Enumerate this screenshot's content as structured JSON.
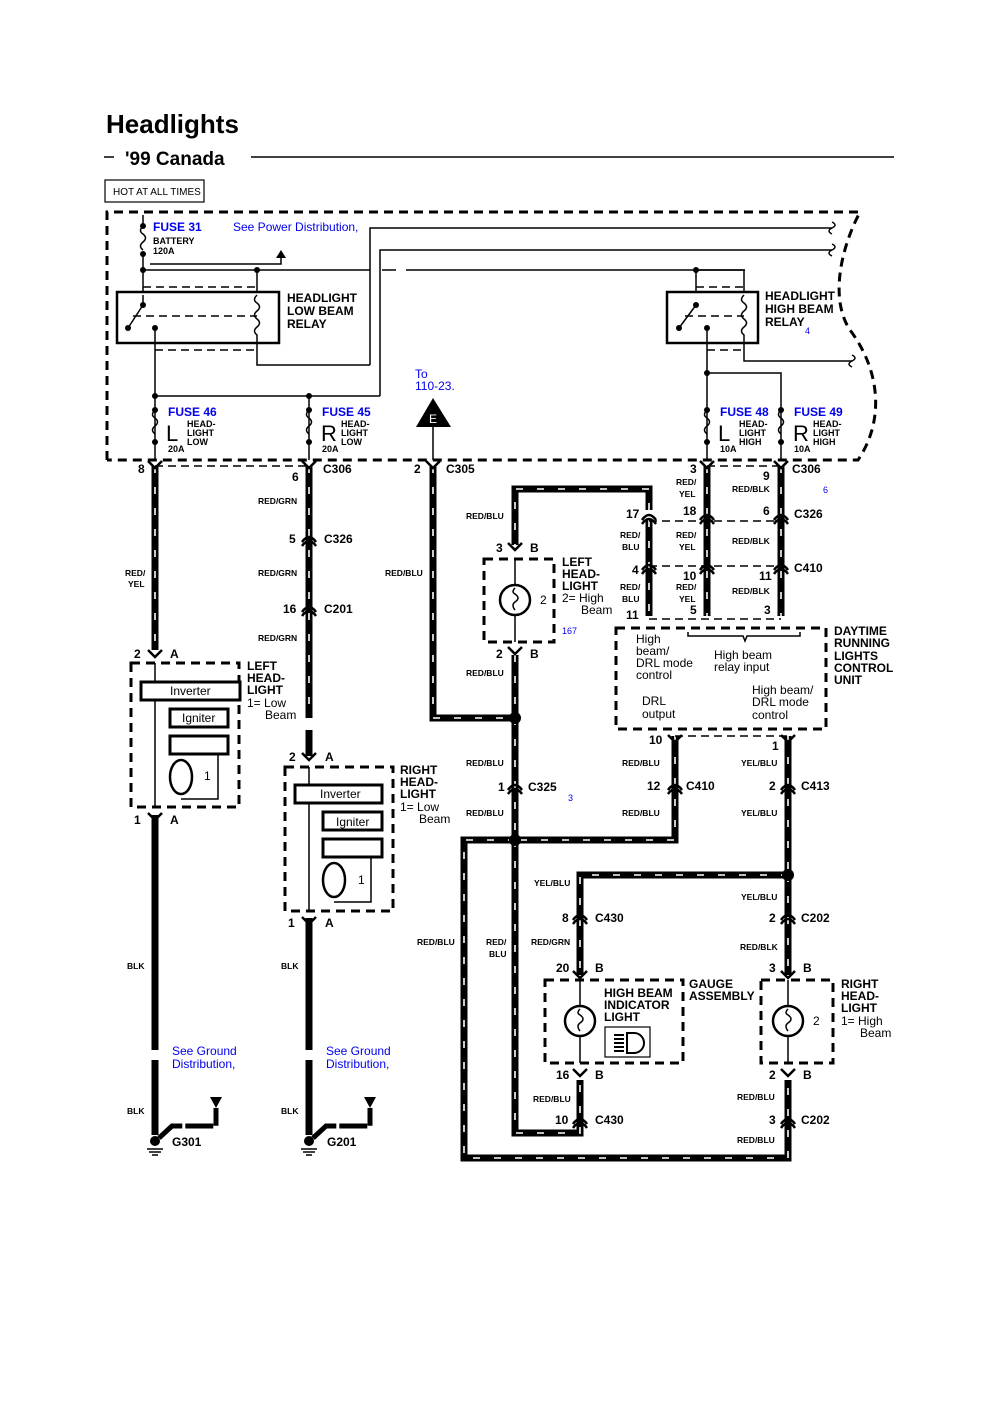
{
  "header": {
    "title": "Headlights",
    "subtitle": "'99 Canada",
    "hot_label": "HOT AT ALL TIMES"
  },
  "fuses": {
    "f31": {
      "name": "FUSE 31",
      "desc1": "BATTERY",
      "desc2": "120A"
    },
    "f46": {
      "name": "FUSE 46",
      "side": "L",
      "rating": "20A",
      "desc1": "HEAD-",
      "desc2": "LIGHT",
      "desc3": "LOW"
    },
    "f45": {
      "name": "FUSE 45",
      "side": "R",
      "rating": "20A",
      "desc1": "HEAD-",
      "desc2": "LIGHT",
      "desc3": "LOW"
    },
    "f48": {
      "name": "FUSE 48",
      "side": "L",
      "rating": "10A",
      "desc1": "HEAD-",
      "desc2": "LIGHT",
      "desc3": "HIGH"
    },
    "f49": {
      "name": "FUSE 49",
      "side": "R",
      "rating": "10A",
      "desc1": "HEAD-",
      "desc2": "LIGHT",
      "desc3": "HIGH"
    }
  },
  "links": {
    "power_dist": "See Power Distribution,",
    "to_page_1": "To",
    "to_page_2": "110-23.",
    "ground_left_1": "See Ground",
    "ground_left_2": "Distribution,",
    "ground_right_1": "See Ground",
    "ground_right_2": "Distribution,",
    "ref_4": "4",
    "ref_6": "6",
    "ref_167": "167",
    "ref_3": "3"
  },
  "relays": {
    "low": {
      "l1": "HEADLIGHT",
      "l2": "LOW BEAM",
      "l3": "RELAY"
    },
    "high": {
      "l1": "HEADLIGHT",
      "l2": "HIGH BEAM",
      "l3": "RELAY"
    }
  },
  "offpage": {
    "symbol": "E"
  },
  "connectors": {
    "c306": "C306",
    "c305": "C305",
    "c326": "C326",
    "c201": "C201",
    "c410": "C410",
    "c325": "C325",
    "c413": "C413",
    "c430": "C430",
    "c202": "C202",
    "g301": "G301",
    "g201": "G201"
  },
  "pins": {
    "p8": "8",
    "p6": "6",
    "p2a": "2",
    "p3": "3",
    "p9": "9",
    "p5": "5",
    "p16": "16",
    "p17": "17",
    "p18": "18",
    "p6b": "6",
    "p4": "4",
    "p10": "10",
    "p11": "11",
    "p11b": "11",
    "p5b": "5",
    "p3b": "3",
    "lh_in": "2",
    "lh_in_l": "A",
    "lh_out": "1",
    "lh_out_l": "A",
    "rh_in": "2",
    "rh_in_l": "A",
    "rh_out": "1",
    "rh_out_l": "A",
    "lhh_in": "3",
    "lhh_in_l": "B",
    "lhh_out": "2",
    "lhh_out_l": "B",
    "drl_10": "10",
    "drl_1": "1",
    "c325_1": "1",
    "c410_12": "12",
    "c413_2": "2",
    "c430_8": "8",
    "c202_2": "2",
    "g_20": "20",
    "g_20_l": "B",
    "g_16": "16",
    "g_16_l": "B",
    "rhh_3": "3",
    "rhh_3_l": "B",
    "rhh_2": "2",
    "rhh_2_l": "B",
    "c430_10": "10",
    "c202_3": "3"
  },
  "wires": {
    "red_yel_1": "RED/",
    "red_yel_2": "YEL",
    "red_grn_a": "RED/GRN",
    "red_grn_b": "RED/GRN",
    "red_grn_c": "RED/GRN",
    "red_blu_e": "RED/BLU",
    "red_blu_lhh_top": "RED/BLU",
    "red_blu_lhh_bot": "RED/BLU",
    "ry_top_1": "RED/",
    "ry_top_2": "YEL",
    "rb_top": "RED/BLK",
    "rbu_mid_1": "RED/",
    "rbu_mid_2": "BLU",
    "ry_mid_1": "RED/",
    "ry_mid_2": "YEL",
    "rb_mid": "RED/BLK",
    "rbu_low_1": "RED/",
    "rbu_low_2": "BLU",
    "ry_low_1": "RED/",
    "ry_low_2": "YEL",
    "rb_low": "RED/BLK",
    "blk_l1": "BLK",
    "blk_l2": "BLK",
    "blk_r1": "BLK",
    "blk_r2": "BLK",
    "rbu_c325_top": "RED/BLU",
    "rbu_c325_bot": "RED/BLU",
    "rbu_c410_top": "RED/BLU",
    "rbu_c410_bot": "RED/BLU",
    "yb_c413_top": "YEL/BLU",
    "yb_c413_bot": "YEL/BLU",
    "yb_c430": "YEL/BLU",
    "yb_c202": "YEL/BLU",
    "rg_c430": "RED/GRN",
    "rbk_c202": "RED/BLK",
    "rbu_far_left": "RED/BLU",
    "rbu_inner_1": "RED/",
    "rbu_inner_2": "BLU",
    "rbu_c430_bot": "RED/BLU",
    "rbu_c202_top": "RED/BLU",
    "rbu_c202_bot": "RED/BLU"
  },
  "components": {
    "left_low": {
      "l1": "LEFT",
      "l2": "HEAD-",
      "l3": "LIGHT",
      "l4": "1= Low",
      "l5": "Beam",
      "inverter": "Inverter",
      "igniter": "Igniter",
      "num": "1"
    },
    "right_low": {
      "l1": "RIGHT",
      "l2": "HEAD-",
      "l3": "LIGHT",
      "l4": "1= Low",
      "l5": "Beam",
      "inverter": "Inverter",
      "igniter": "Igniter",
      "num": "1"
    },
    "left_high": {
      "l1": "LEFT",
      "l2": "HEAD-",
      "l3": "LIGHT",
      "l4": "2= High",
      "l5": "Beam",
      "num": "2"
    },
    "right_high": {
      "l1": "RIGHT",
      "l2": "HEAD-",
      "l3": "LIGHT",
      "l4": "1= High",
      "l5": "Beam",
      "num": "2"
    },
    "drl": {
      "l1": "DAYTIME",
      "l2": "RUNNING",
      "l3": "LIGHTS",
      "l4": "CONTROL",
      "l5": "UNIT",
      "a1": "High",
      "a2": "beam/",
      "a3": "DRL mode",
      "a4": "control",
      "b1": "High beam",
      "b2": "relay input",
      "c1": "DRL",
      "c2": "output",
      "d1": "High beam/",
      "d2": "DRL mode",
      "d3": "control"
    },
    "gauge": {
      "l1": "GAUGE",
      "l2": "ASSEMBLY",
      "i1": "HIGH BEAM",
      "i2": "INDICATOR",
      "i3": "LIGHT"
    }
  }
}
